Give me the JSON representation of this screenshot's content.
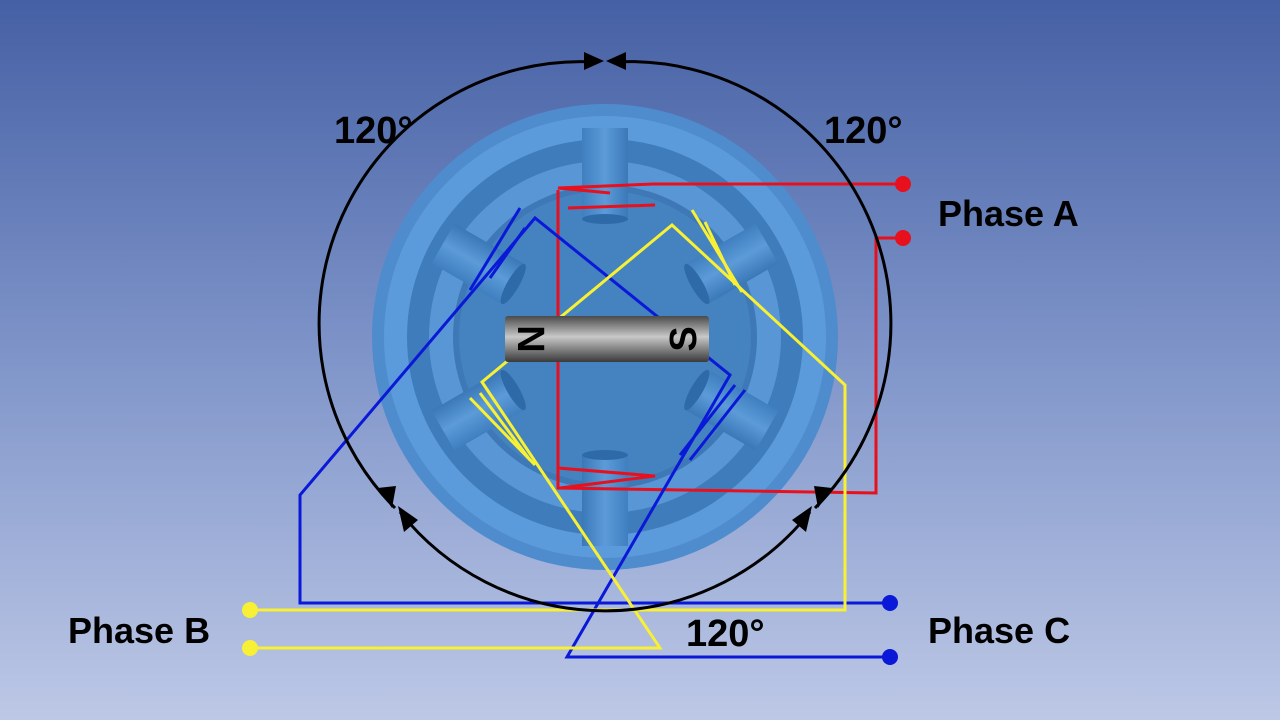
{
  "labels": {
    "angle_top_left": "120°",
    "angle_top_right": "120°",
    "angle_bottom": "120°",
    "phase_a": "Phase A",
    "phase_b": "Phase B",
    "phase_c": "Phase C"
  },
  "magnet": {
    "north": "N",
    "south": "S"
  },
  "colors": {
    "phase_a": "#e8101c",
    "phase_b": "#f8f034",
    "phase_c": "#0a18d8",
    "stator": "#5b9ad9",
    "rotation_arc": "#000000"
  }
}
